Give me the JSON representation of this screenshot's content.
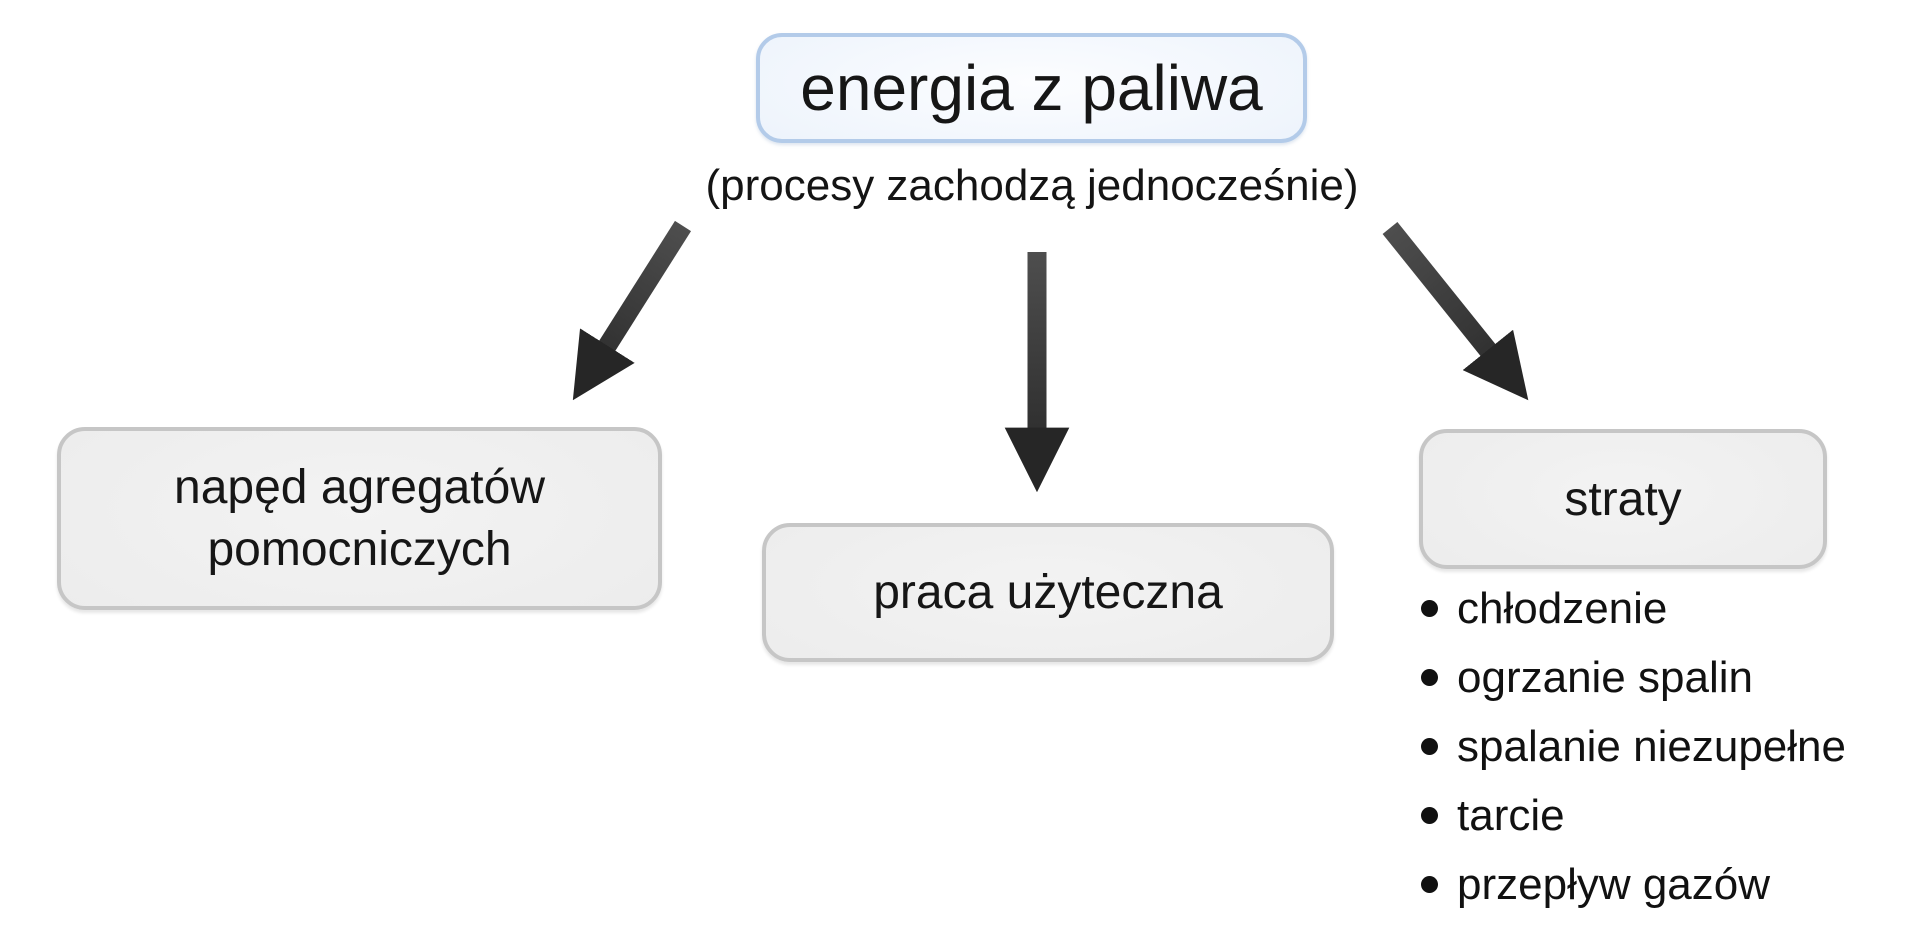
{
  "diagram": {
    "root_node": {
      "label": "energia z paliwa"
    },
    "caption": "(procesy zachodzą jednocześnie)",
    "nodes": {
      "aux": {
        "line1": "napęd agregatów",
        "line2": "pomocniczych"
      },
      "work": {
        "label": "praca użyteczna"
      },
      "losses": {
        "label": "straty"
      }
    },
    "losses_items": [
      "chłodzenie",
      "ogrzanie spalin",
      "spalanie niezupełne",
      "tarcie",
      "przepływ gazów"
    ],
    "icons": {
      "bullet": "filled-circle",
      "arrows": "thick-dark-arrows-fanning-down"
    },
    "colors": {
      "background": "#ffffff",
      "root_border": "#b3cbe9",
      "root_fill": "#e7f0fb",
      "node_border": "#c6c6c6",
      "node_fill": "#e9e9e9",
      "arrow": "#333333",
      "text": "#161616"
    }
  }
}
